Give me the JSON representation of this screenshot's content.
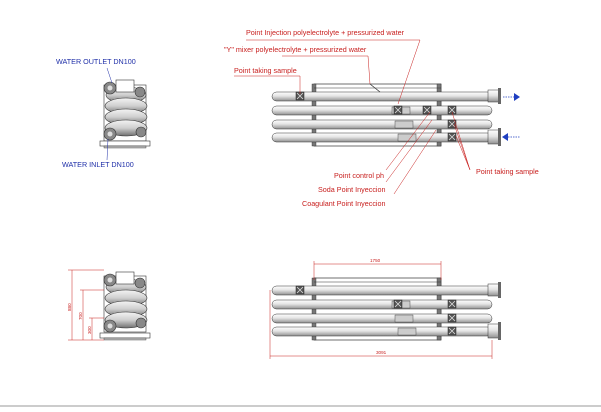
{
  "labels": {
    "water_outlet": "WATER OUTLET DN100",
    "water_inlet": "WATER INLET DN100",
    "point_injection": "Point Injection polyelectrolyte + pressurized water",
    "y_mixer": "\"Y\" mixer polyelectrolyte + pressurized water",
    "point_sample_top": "Point taking sample",
    "point_sample_right": "Point taking sample",
    "point_control_ph": "Point control ph",
    "soda_point": "Soda Point Inyeccion",
    "coagulant_point": "Coagulant Point Inyeccion"
  },
  "dimensions": {
    "frame_length": "1750",
    "total_length": "3091",
    "total_height": "880",
    "mid_height": "700",
    "base_height": "300"
  },
  "colors": {
    "label_blue": "#1f2fa8",
    "label_red": "#c8201f",
    "outline": "#2a2a2a",
    "pipe_fill": "#e6e6e6",
    "pipe_shadow": "#9a9a9a",
    "flow_arrow": "#1f3fc0"
  },
  "icons": {
    "flow_out": "arrow-right-icon",
    "flow_in": "arrow-left-icon",
    "valve": "valve-icon"
  }
}
